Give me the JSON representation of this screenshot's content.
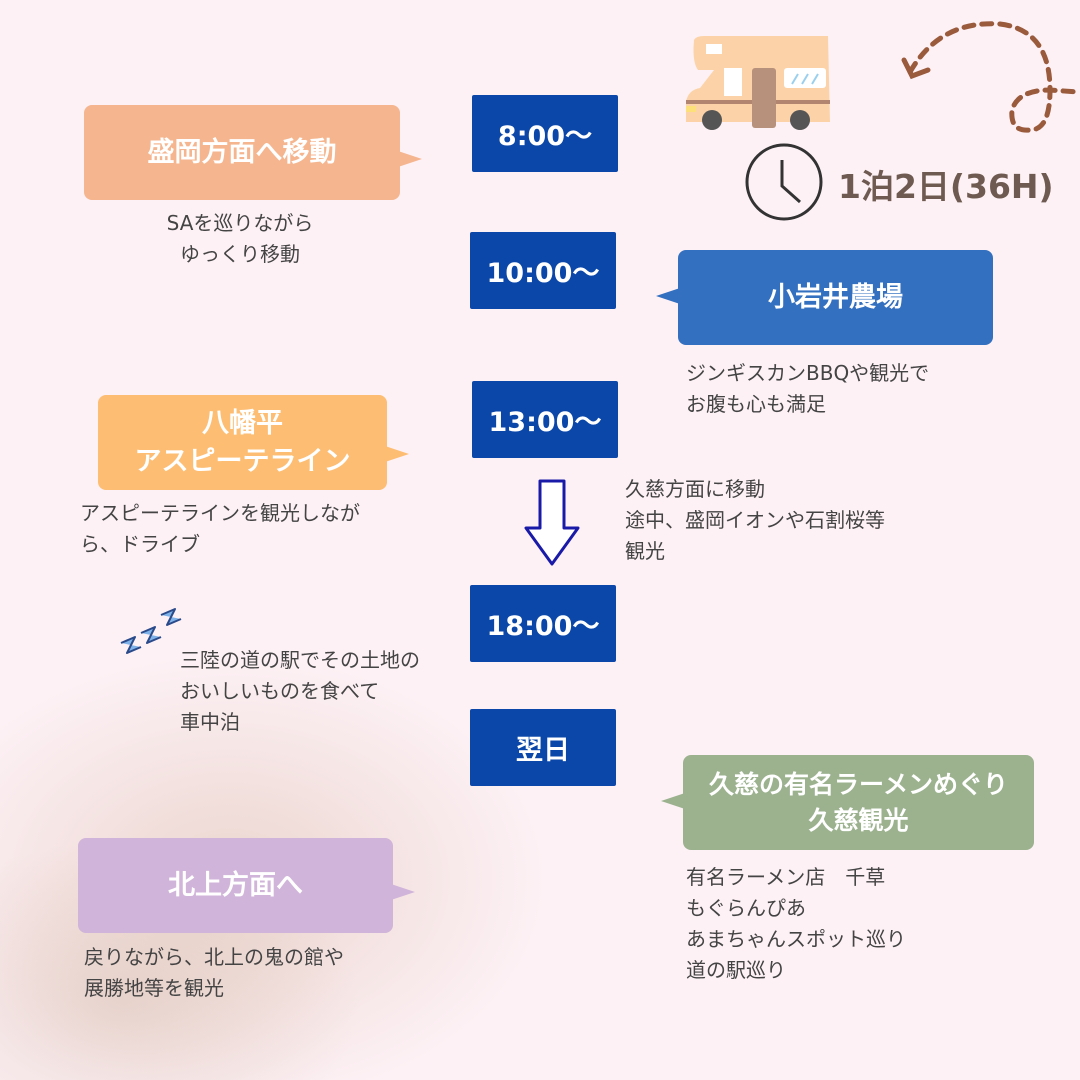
{
  "header": {
    "duration": "1泊2日(36H)"
  },
  "times": [
    "8:00〜",
    "10:00〜",
    "13:00〜",
    "18:00〜",
    "翌日"
  ],
  "stops": [
    {
      "title": "盛岡方面へ移動",
      "note": "SAを巡りながら\nゆっくり移動",
      "color": "#f5b58e"
    },
    {
      "title": "小岩井農場",
      "note": "ジンギスカンBBQや観光で\nお腹も心も満足",
      "color": "#3370c0"
    },
    {
      "title": "八幡平\nアスピーテライン",
      "note": "アスピーテラインを観光しなが\nら、ドライブ",
      "color": "#fdbd73"
    },
    {
      "title": "久慈の有名ラーメンめぐり\n久慈観光",
      "note": "有名ラーメン店　千草\nもぐらんぴあ\nあまちゃんスポット巡り\n道の駅巡り",
      "color": "#9cb28f"
    },
    {
      "title": "北上方面へ",
      "note": "戻りながら、北上の鬼の館や\n展勝地等を観光",
      "color": "#d0b4d9"
    }
  ],
  "transit_note": "久慈方面に移動\n途中、盛岡イオンや石割桜等\n観光",
  "night_note": "三陸の道の駅でその土地の\nおいしいものを食べて\n車中泊"
}
